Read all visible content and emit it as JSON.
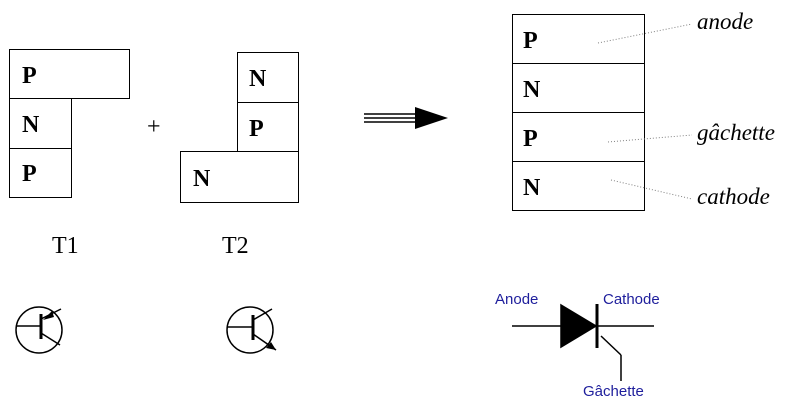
{
  "t1": {
    "layers": [
      "P",
      "N",
      "P"
    ],
    "caption": "T1"
  },
  "t2": {
    "layers": [
      "N",
      "P",
      "N"
    ],
    "caption": "T2"
  },
  "plus": "+",
  "result": {
    "layers": [
      "P",
      "N",
      "P",
      "N"
    ],
    "annotations": {
      "anode": "anode",
      "gate": "gâchette",
      "cathode": "cathode"
    }
  },
  "symbol": {
    "anode": "Anode",
    "cathode": "Cathode",
    "gate": "Gâchette",
    "label_color": "#1e1e9c"
  },
  "icons": {
    "t1_symbol": "pnp-transistor-icon",
    "t2_symbol": "npn-transistor-icon",
    "arrow": "double-arrow-right-icon",
    "thyristor": "thyristor-symbol-icon"
  }
}
